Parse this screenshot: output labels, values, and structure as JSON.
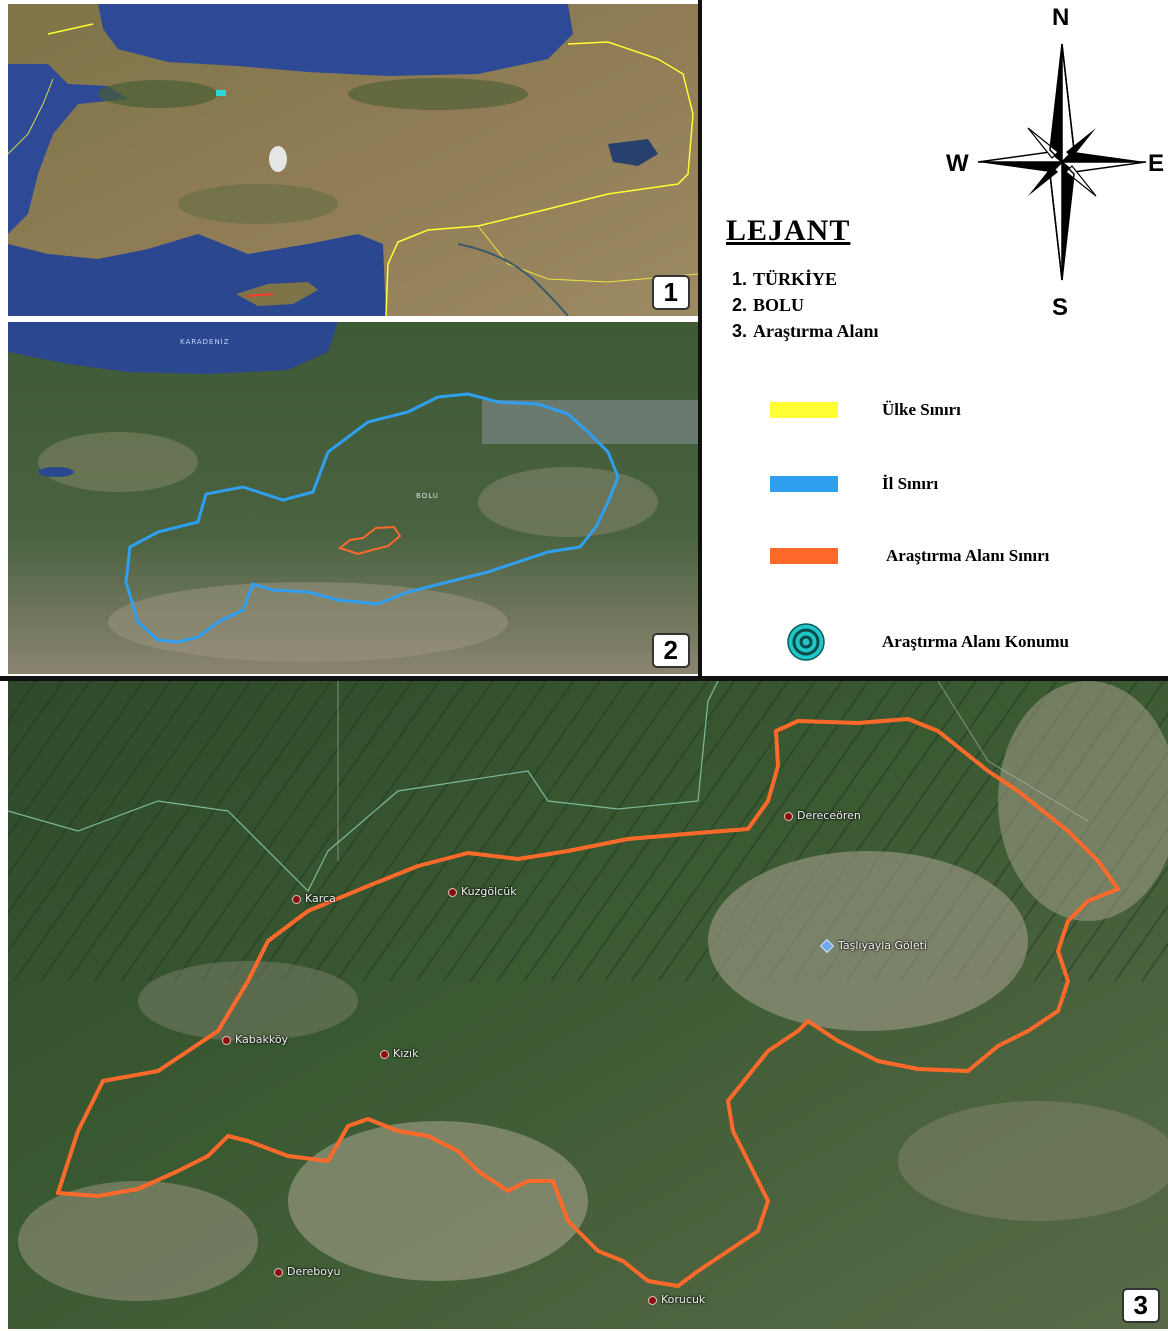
{
  "panels": {
    "turkey": {
      "number": "1"
    },
    "bolu": {
      "number": "2",
      "sea_label": "KARADENİZ",
      "city_label": "BOLU"
    },
    "study_area": {
      "number": "3"
    }
  },
  "compass": {
    "north": "N",
    "south": "S",
    "east": "E",
    "west": "W"
  },
  "legend": {
    "title": "LEJANT",
    "panels": [
      {
        "num": "1.",
        "label": "TÜRKİYE"
      },
      {
        "num": "2.",
        "label": "BOLU"
      },
      {
        "num": "3.",
        "label": "Araştırma Alanı"
      }
    ],
    "items": [
      {
        "label": "Ülke Sınırı",
        "color": "#ffff33"
      },
      {
        "label": "İl Sınırı",
        "color": "#2f9ff0"
      },
      {
        "label": "Araştırma Alanı Sınırı",
        "color": "#ff6a2a"
      },
      {
        "label": "Araştırma Alanı Konumu",
        "icon": "target-icon",
        "color": "#1fc7c7"
      }
    ]
  },
  "places": [
    {
      "name": "Dereceören",
      "marker": "dot"
    },
    {
      "name": "Karca",
      "marker": "dot"
    },
    {
      "name": "Kuzgölcük",
      "marker": "dot"
    },
    {
      "name": "Taşlıyayla Göleti",
      "marker": "diamond"
    },
    {
      "name": "Kabakköy",
      "marker": "dot"
    },
    {
      "name": "Kızık",
      "marker": "dot"
    },
    {
      "name": "Dereboyu",
      "marker": "dot"
    },
    {
      "name": "Korucuk",
      "marker": "dot"
    }
  ],
  "colors": {
    "country_border": "#ffff33",
    "province_border": "#2f9ff0",
    "study_border": "#ff6a2a",
    "sea": "#2e4a96",
    "land": "#8c7a52",
    "forest": "#3c5a32"
  }
}
